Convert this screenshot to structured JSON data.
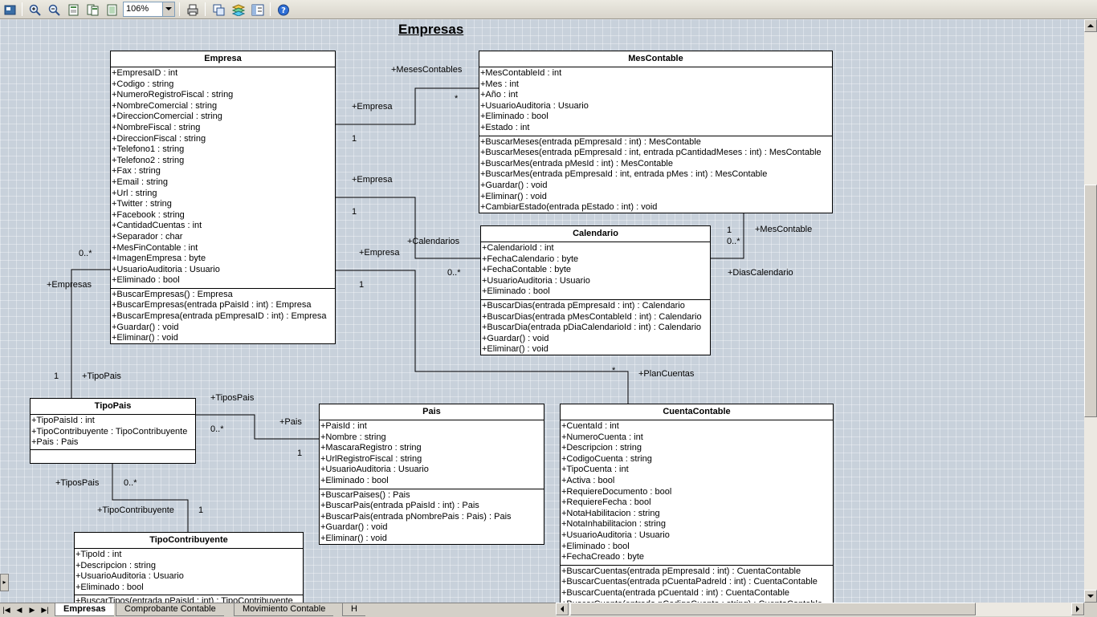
{
  "toolbar": {
    "zoom_value": "106%",
    "buttons": [
      "app-icon",
      "zoom-in-icon",
      "zoom-out-icon",
      "page-icon",
      "two-pages-icon",
      "full-page-icon",
      "print-icon",
      "copy-icon",
      "layers-icon",
      "properties-icon",
      "help-icon"
    ]
  },
  "diagram": {
    "title": "Empresas",
    "classes": {
      "empresa": {
        "name": "Empresa",
        "attributes": [
          "+EmpresaID : int",
          "+Codigo : string",
          "+NumeroRegistroFiscal : string",
          "+NombreComercial : string",
          "+DireccionComercial : string",
          "+NombreFiscal : string",
          "+DireccionFiscal : string",
          "+Telefono1 : string",
          "+Telefono2 : string",
          "+Fax : string",
          "+Email : string",
          "+Url : string",
          "+Twitter : string",
          "+Facebook : string",
          "+CantidadCuentas : int",
          "+Separador : char",
          "+MesFinContable : int",
          "+ImagenEmpresa : byte",
          "+UsuarioAuditoria : Usuario",
          "+Eliminado : bool"
        ],
        "operations": [
          "+BuscarEmpresas() : Empresa",
          "+BuscarEmpresas(entrada pPaisId : int) : Empresa",
          "+BuscarEmpresa(entrada pEmpresaID : int) : Empresa",
          "+Guardar() : void",
          "+Eliminar() : void"
        ]
      },
      "mescontable": {
        "name": "MesContable",
        "attributes": [
          "+MesContableId : int",
          "+Mes : int",
          "+Año : int",
          "+UsuarioAuditoria : Usuario",
          "+Eliminado : bool",
          "+Estado : int"
        ],
        "operations": [
          "+BuscarMeses(entrada pEmpresaId : int) : MesContable",
          "+BuscarMeses(entrada pEmpresaId : int, entrada pCantidadMeses : int) : MesContable",
          "+BuscarMes(entrada pMesId : int) : MesContable",
          "+BuscarMes(entrada pEmpresaId : int, entrada pMes : int) : MesContable",
          "+Guardar() : void",
          "+Eliminar() : void",
          "+CambiarEstado(entrada pEstado : int) : void"
        ]
      },
      "calendario": {
        "name": "Calendario",
        "attributes": [
          "+CalendarioId : int",
          "+FechaCalendario : byte",
          "+FechaContable : byte",
          "+UsuarioAuditoria : Usuario",
          "+Eliminado : bool"
        ],
        "operations": [
          "+BuscarDias(entrada pEmpresaId : int) : Calendario",
          "+BuscarDias(entrada pMesContableId : int) : Calendario",
          "+BuscarDia(entrada pDiaCalendarioId : int) : Calendario",
          "+Guardar() : void",
          "+Eliminar() : void"
        ]
      },
      "tipopais": {
        "name": "TipoPais",
        "attributes": [
          "+TipoPaisId : int",
          "+TipoContribuyente : TipoContribuyente",
          "+Pais : Pais"
        ],
        "operations": []
      },
      "pais": {
        "name": "Pais",
        "attributes": [
          "+PaisId : int",
          "+Nombre : string",
          "+MascaraRegistro : string",
          "+UrlRegistroFiscal : string",
          "+UsuarioAuditoria : Usuario",
          "+Eliminado : bool"
        ],
        "operations": [
          "+BuscarPaises() : Pais",
          "+BuscarPais(entrada pPaisId : int) : Pais",
          "+BuscarPais(entrada pNombrePais : Pais) : Pais",
          "+Guardar() : void",
          "+Eliminar() : void"
        ]
      },
      "cuentacontable": {
        "name": "CuentaContable",
        "attributes": [
          "+CuentaId : int",
          "+NumeroCuenta : int",
          "+Descripcion : string",
          "+CodigoCuenta : string",
          "+TipoCuenta : int",
          "+Activa : bool",
          "+RequiereDocumento : bool",
          "+RequiereFecha : bool",
          "+NotaHabilitacion : string",
          "+NotaInhabilitacion : string",
          "+UsuarioAuditoria : Usuario",
          "+Eliminado : bool",
          "+FechaCreado : byte"
        ],
        "operations": [
          "+BuscarCuentas(entrada pEmpresaId : int) : CuentaContable",
          "+BuscarCuentas(entrada pCuentaPadreId : int) : CuentaContable",
          "+BuscarCuenta(entrada pCuentaId : int) : CuentaContable",
          "+BuscarCuenta(entrada pCodigoCuenta : string) : CuentaContable"
        ]
      },
      "tipocontribuyente": {
        "name": "TipoContribuyente",
        "attributes": [
          "+TipoId : int",
          "+Descripcion : string",
          "+UsuarioAuditoria : Usuario",
          "+Eliminado : bool"
        ],
        "operations": [
          "+BuscarTipos(entrada pPaisId : int) : TipoContribuyente"
        ]
      }
    },
    "labels": {
      "meses_contables": "+MesesContables",
      "empresa_1": "+Empresa",
      "empresa_2": "+Empresa",
      "empresa_3": "+Empresa",
      "star_1": "*",
      "one_1": "1",
      "one_2": "1",
      "one_3": "1",
      "calendarios": "+Calendarios",
      "zero_many_1": "0..*",
      "mescontable_role": "+MesContable",
      "one_4": "1",
      "zero_many_2": "0..*",
      "dias_calendario": "+DiasCalendario",
      "zero_many_3": "0..*",
      "empresas": "+Empresas",
      "one_5": "1",
      "tipopais_role": "+TipoPais",
      "star_2": "*",
      "plan_cuentas": "+PlanCuentas",
      "tipos_pais_1": "+TiposPais",
      "zero_many_4": "0..*",
      "pais_role": "+Pais",
      "one_6": "1",
      "tipos_pais_2": "+TiposPais",
      "zero_many_5": "0..*",
      "tipo_contribuyente_role": "+TipoContribuyente",
      "one_7": "1"
    }
  },
  "tabs": [
    {
      "label": "Empresas",
      "active": true
    },
    {
      "label": "Comprobante Contable",
      "active": false
    },
    {
      "label": "Movimiento Contable",
      "active": false
    },
    {
      "label": "H",
      "active": false
    }
  ]
}
